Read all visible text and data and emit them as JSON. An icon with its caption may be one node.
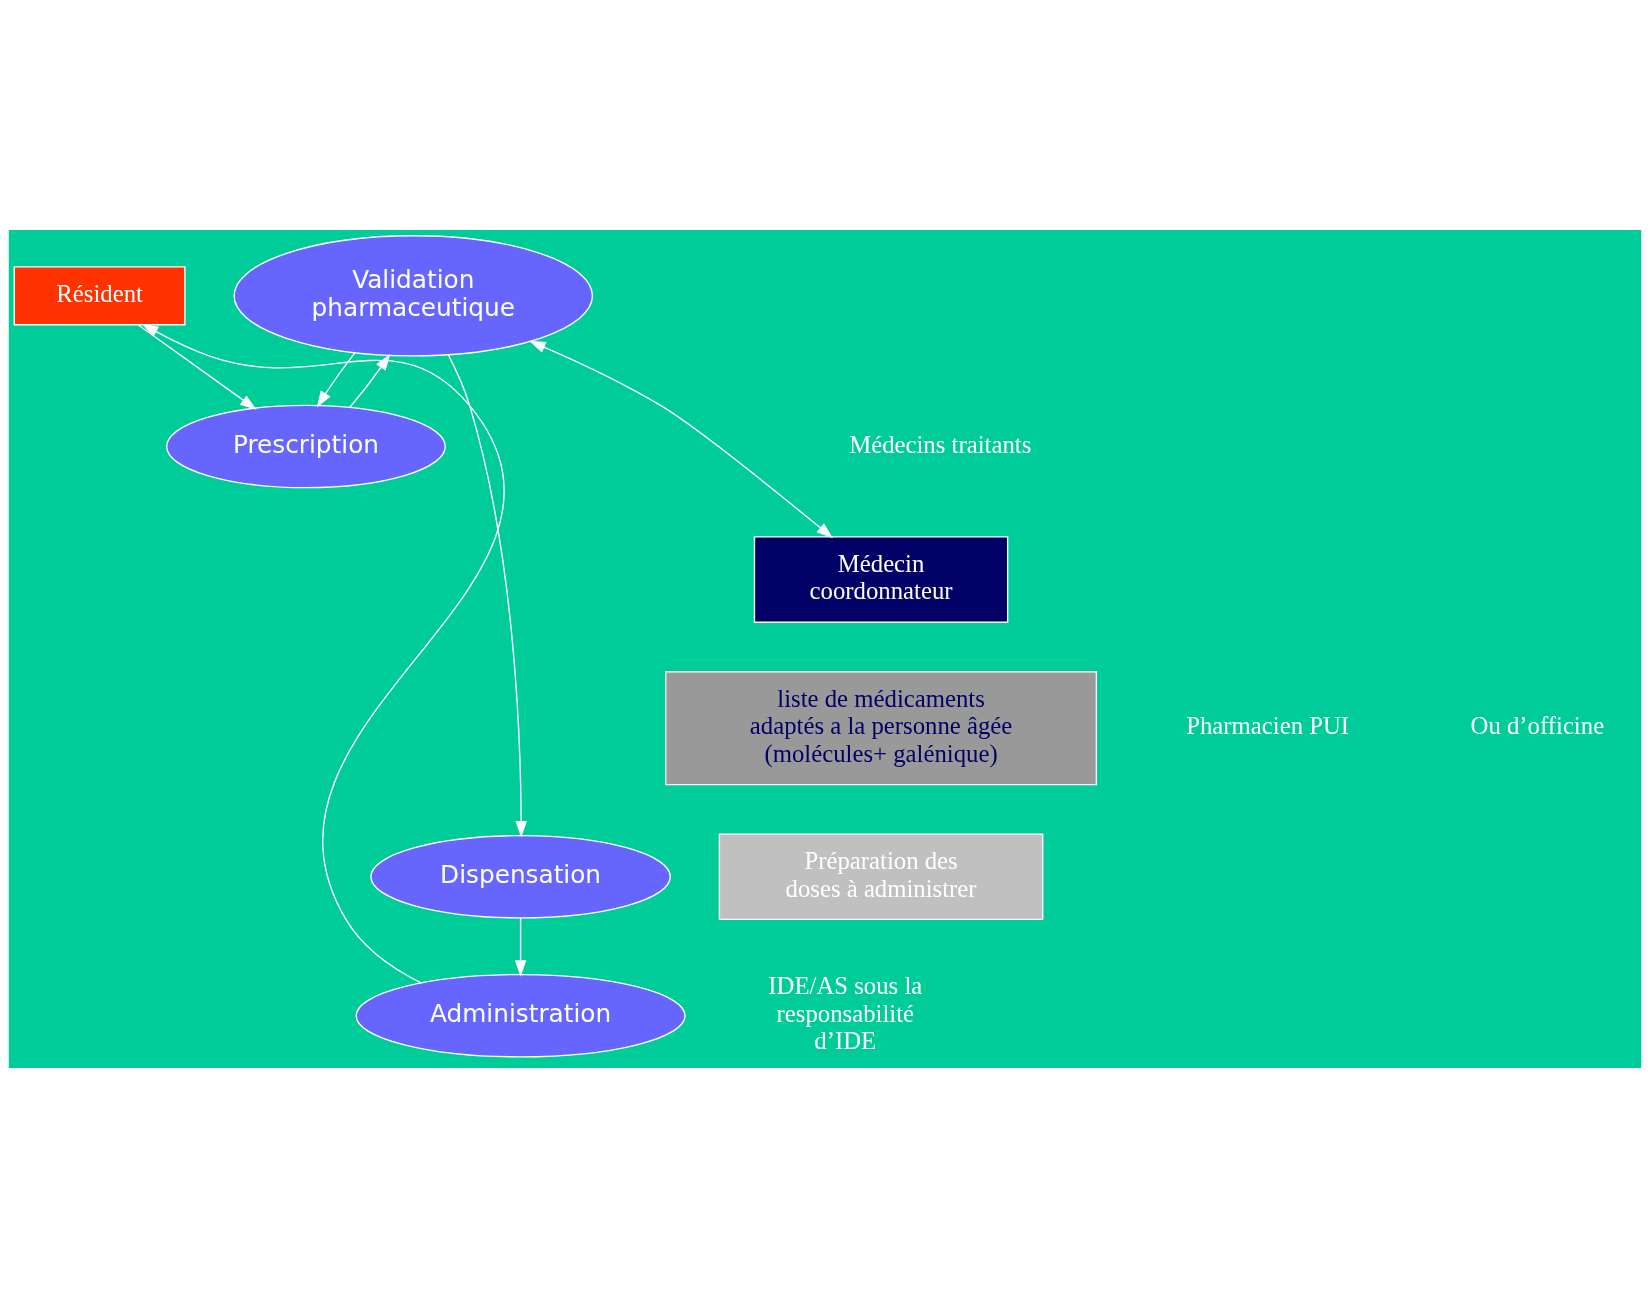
{
  "diagram": {
    "nodes": [
      {
        "text": [
          "Résident"
        ]
      },
      {
        "text": [
          "Prescription"
        ]
      },
      {
        "text": [
          "Validation pharmaceutique"
        ]
      },
      {
        "text": [
          "Dispensation"
        ]
      },
      {
        "text": [
          "Administration"
        ]
      },
      {
        "text": [
          "Médecin coordonnateur"
        ]
      },
      {
        "text": [
          "liste de médicaments adaptés a la personne âgée (molécules+ galénique)"
        ]
      },
      {
        "text": [
          "Préparation des doses à administrer"
        ]
      }
    ],
    "edges": [
      {
        "from": 0,
        "to": 1,
        "arrow": "to"
      },
      {
        "from": 2,
        "to": 1,
        "arrow": "to"
      },
      {
        "from": 1,
        "to": 2,
        "arrow": "to"
      },
      {
        "from": 2,
        "to": 5,
        "arrow": "both"
      },
      {
        "from": 2,
        "to": 3,
        "arrow": "to"
      },
      {
        "from": 3,
        "to": 4,
        "arrow": "to"
      },
      {
        "from": 4,
        "to": 0,
        "arrow": "to"
      }
    ],
    "labels": [
      "Médecins traitants",
      "Pharmacien PUI",
      "Ou d’officine",
      "IDE/AS sous la responsabilité d’IDE"
    ]
  }
}
